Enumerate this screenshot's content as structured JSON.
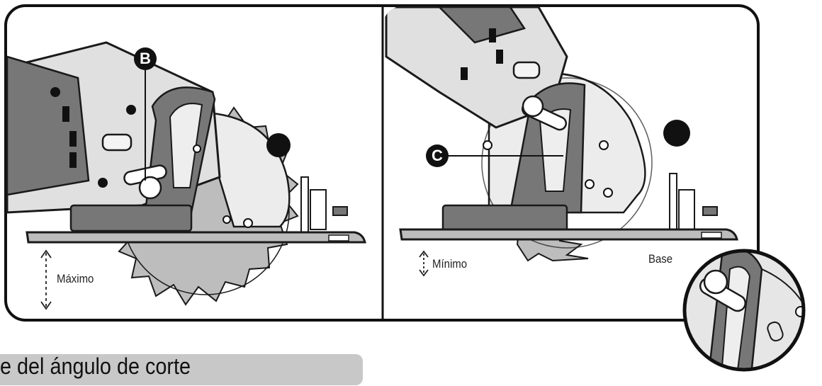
{
  "callouts": {
    "b": "B",
    "c": "C"
  },
  "labels": {
    "maximo": "Máximo",
    "minimo": "Mínimo",
    "base": "Base"
  },
  "section": {
    "title": "e del ángulo de corte"
  },
  "colors": {
    "outline": "#1a1a1a",
    "metal": "#d8d8d8",
    "dark_part": "#6e6e6e",
    "blade": "#b9b9b9",
    "section_bar": "#c8c8c8"
  }
}
